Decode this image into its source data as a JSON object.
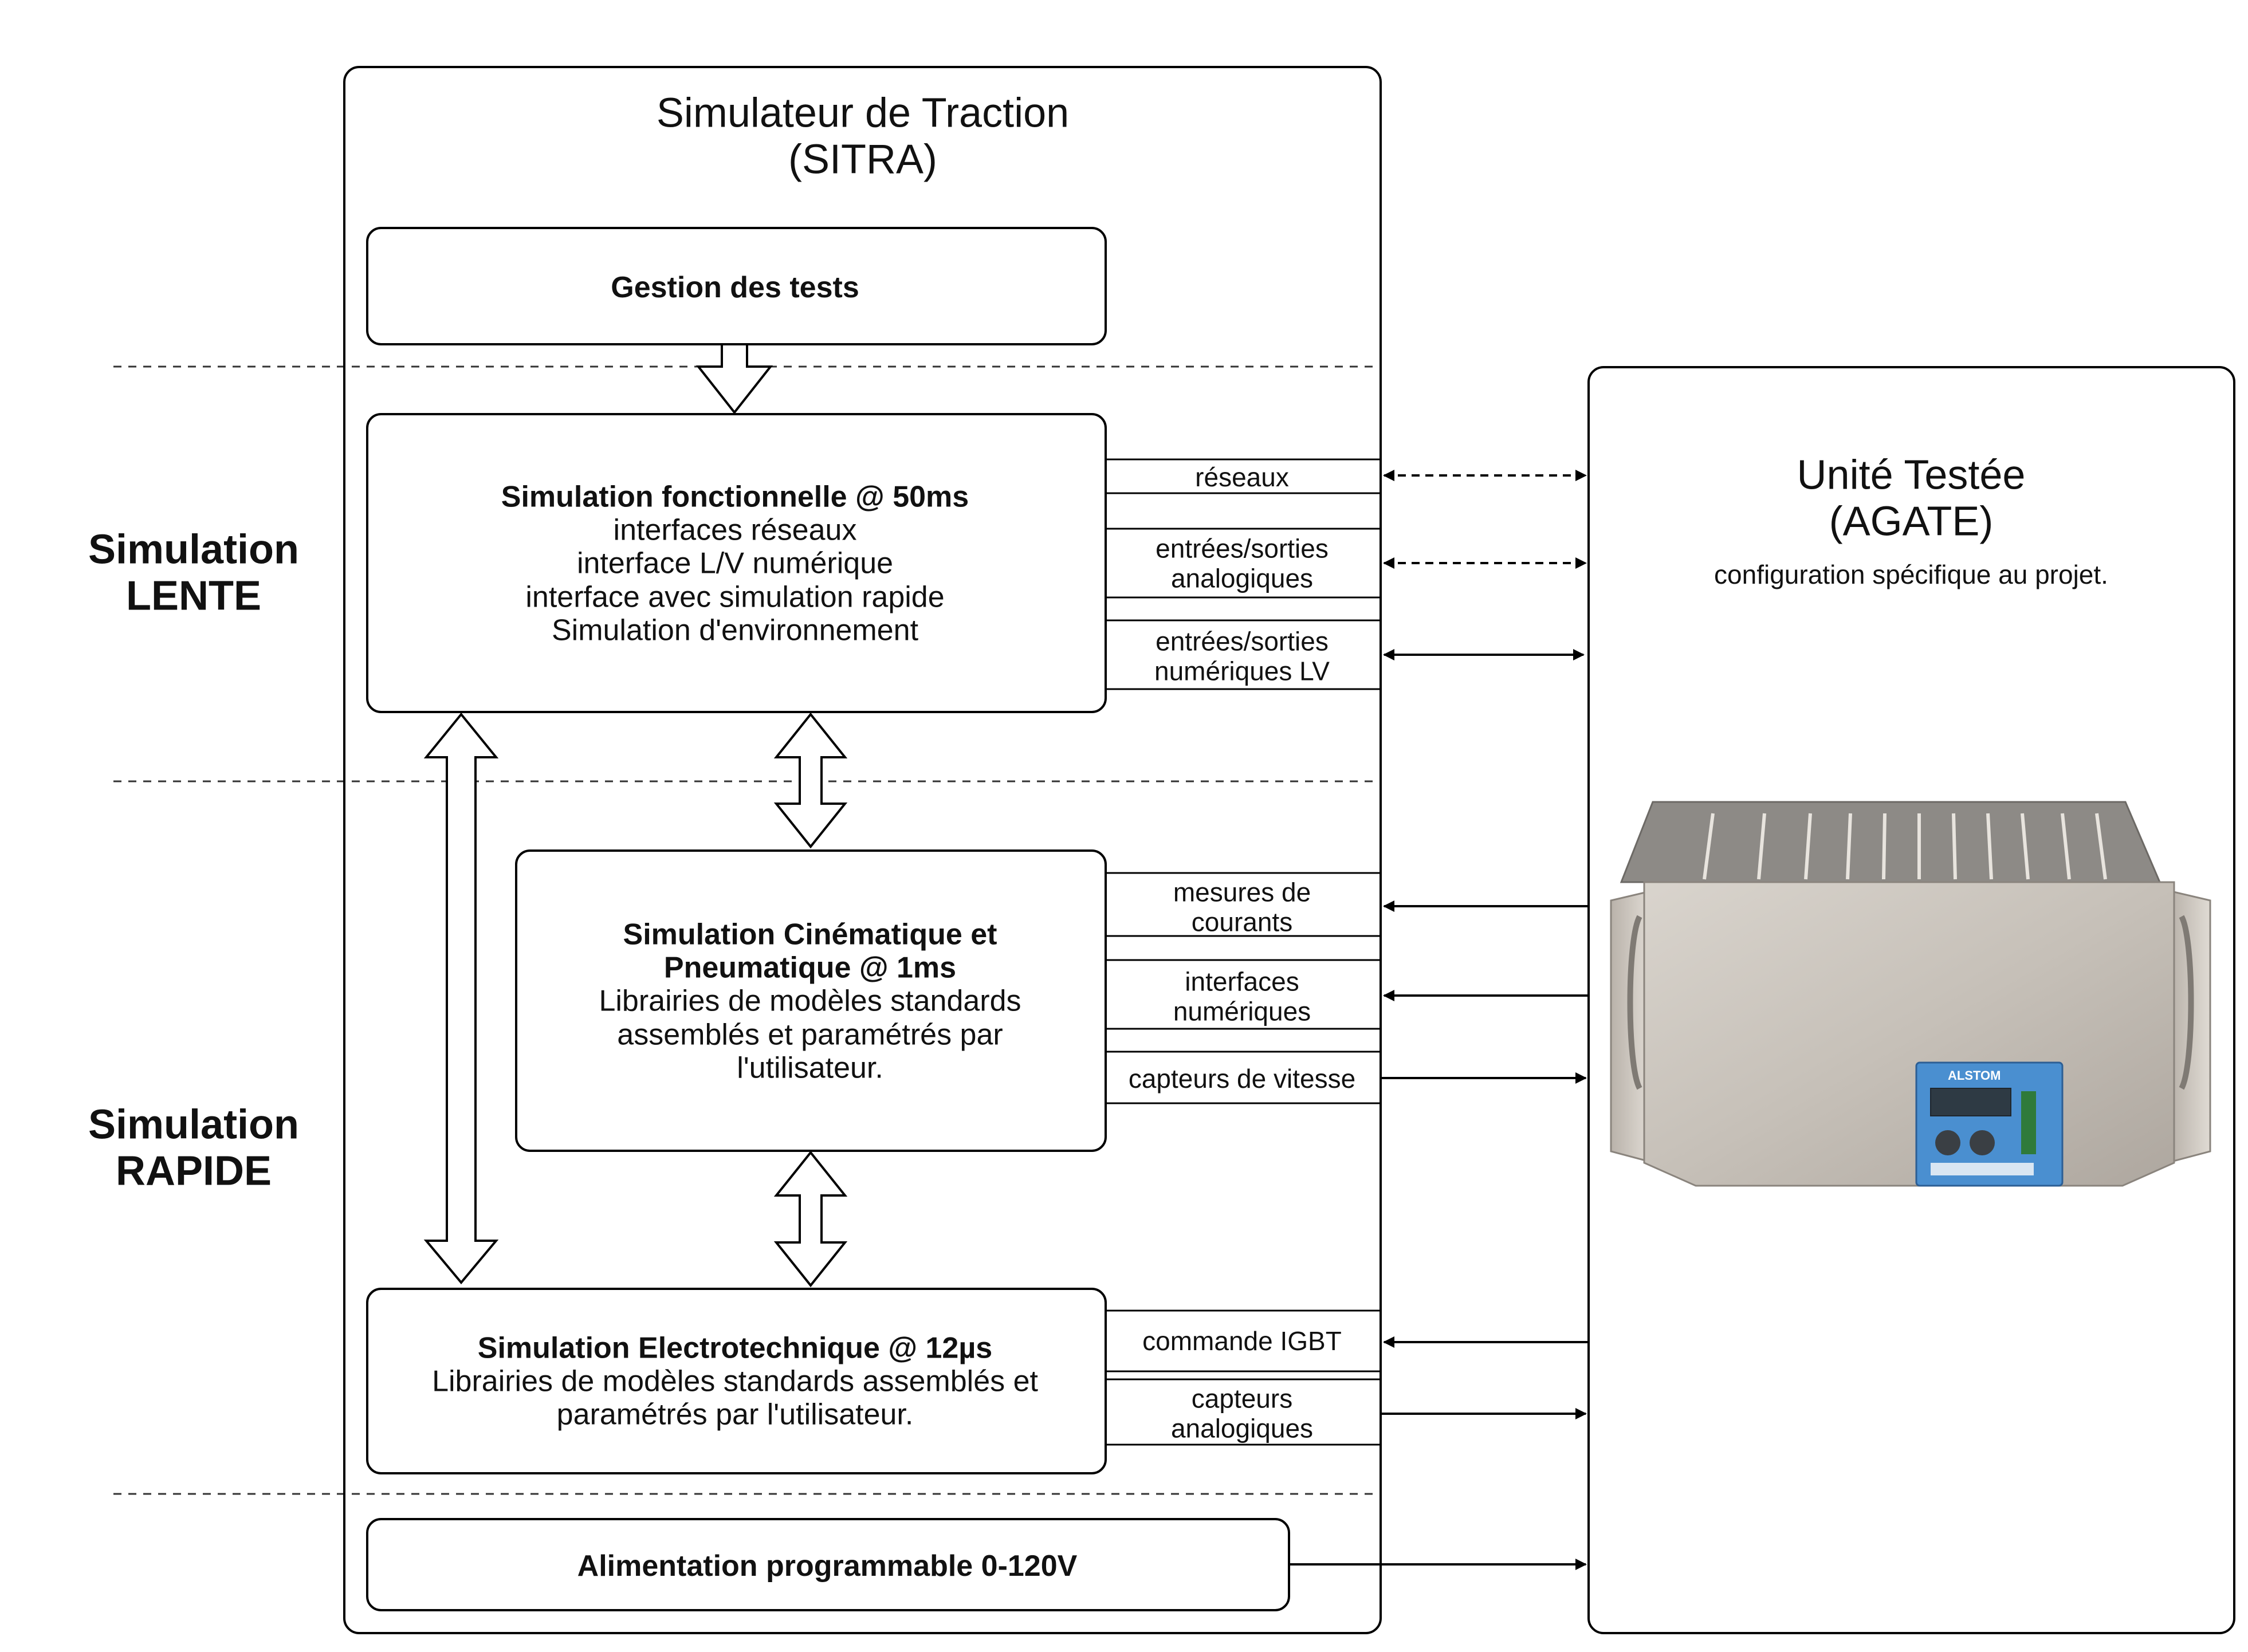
{
  "sitra": {
    "title_line1": "Simulateur de Traction",
    "title_line2": "(SITRA)"
  },
  "sections": {
    "lente_line1": "Simulation",
    "lente_line2": "LENTE",
    "rapide_line1": "Simulation",
    "rapide_line2": "RAPIDE"
  },
  "boxes": {
    "gestion": "Gestion des tests",
    "fonctionnelle": {
      "title": "Simulation fonctionnelle @ 50ms",
      "lines": [
        "interfaces réseaux",
        "interface L/V numérique",
        "interface avec simulation rapide",
        "Simulation d'environnement"
      ]
    },
    "cinematique": {
      "title_line1": "Simulation Cinématique et",
      "title_line2": "Pneumatique @ 1ms",
      "lines": [
        "Librairies de modèles standards",
        "assemblés et paramétrés par",
        "l'utilisateur."
      ]
    },
    "electrotechnique": {
      "title": "Simulation Electrotechnique @ 12µs",
      "lines": [
        "Librairies de modèles standards assemblés et",
        "paramétrés par l'utilisateur."
      ]
    },
    "alimentation": "Alimentation programmable 0-120V"
  },
  "signals": {
    "reseaux": "réseaux",
    "es_analog_1": "entrées/sorties",
    "es_analog_2": "analogiques",
    "es_num_1": "entrées/sorties",
    "es_num_2": "numériques LV",
    "mesures_1": "mesures de",
    "mesures_2": "courants",
    "interfaces_1": "interfaces",
    "interfaces_2": "numériques",
    "capteurs_vitesse": "capteurs de vitesse",
    "commande_igbt": "commande IGBT",
    "capteurs_analog_1": "capteurs",
    "capteurs_analog_2": "analogiques"
  },
  "agate": {
    "title_line1": "Unité Testée",
    "title_line2": "(AGATE)",
    "config": "configuration spécifique au projet.",
    "device_brand": "ALSTOM"
  },
  "colors": {
    "stroke": "#000000",
    "device_steel": "#c8c2bb",
    "device_panel": "#4a8fd0"
  }
}
